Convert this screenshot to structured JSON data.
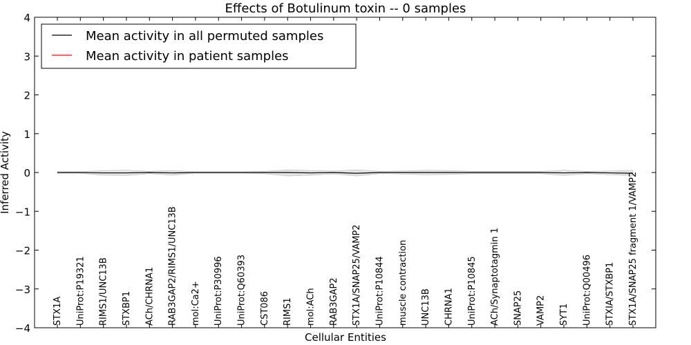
{
  "chart_data": {
    "type": "line",
    "title": "Effects of Botulinum toxin -- 0 samples",
    "xlabel": "Cellular Entities",
    "ylabel": "Inferred Activity",
    "ylim": [
      -4,
      4
    ],
    "yticks": [
      -4,
      -3,
      -2,
      -1,
      0,
      1,
      2,
      3,
      4
    ],
    "ytick_labels": [
      "−4",
      "−3",
      "−2",
      "−1",
      "0",
      "1",
      "2",
      "3",
      "4"
    ],
    "grid": false,
    "legend_position": "top-left",
    "categories": [
      "STX1A",
      "UniProt:P19321",
      "RIMS1/UNC13B",
      "STXBP1",
      "ACh/CHRNA1",
      "RAB3GAP2/RIMS1/UNC13B",
      "mol:Ca2+",
      "UniProt:P30996",
      "UniProt:Q60393",
      "CST086",
      "RIMS1",
      "mol:ACh",
      "RAB3GAP2",
      "STX1A/SNAP25/VAMP2",
      "UniProt:P10844",
      "muscle contraction",
      "UNC13B",
      "CHRNA1",
      "UniProt:P10845",
      "ACh/Synaptotagmin 1",
      "SNAP25",
      "VAMP2",
      "SYT1",
      "UniProt:Q00496",
      "STXIA/STXBP1",
      "STX1A/SNAP25 fragment 1/VAMP2"
    ],
    "series": [
      {
        "name": "Mean activity in all permuted samples",
        "color": "#000000",
        "values": [
          0.0,
          0.0,
          -0.01,
          -0.01,
          0.0,
          -0.01,
          0.0,
          0.0,
          0.0,
          0.0,
          0.0,
          -0.01,
          0.0,
          -0.02,
          0.0,
          0.0,
          0.0,
          0.0,
          0.0,
          0.0,
          0.0,
          0.0,
          -0.01,
          0.0,
          -0.01,
          -0.02
        ],
        "band_upper": [
          0.02,
          0.02,
          0.05,
          0.06,
          0.03,
          0.05,
          0.02,
          0.02,
          0.02,
          0.03,
          0.07,
          0.05,
          0.04,
          0.07,
          0.03,
          0.04,
          0.06,
          0.05,
          0.03,
          0.03,
          0.03,
          0.03,
          0.06,
          0.03,
          0.04,
          0.06
        ],
        "band_lower": [
          -0.02,
          -0.02,
          -0.07,
          -0.08,
          -0.03,
          -0.07,
          -0.02,
          -0.02,
          -0.02,
          -0.03,
          -0.09,
          -0.07,
          -0.04,
          -0.09,
          -0.03,
          -0.04,
          -0.06,
          -0.05,
          -0.03,
          -0.03,
          -0.03,
          -0.03,
          -0.08,
          -0.03,
          -0.06,
          -0.08
        ]
      },
      {
        "name": "Mean activity in patient samples",
        "color": "#ff0000",
        "values": []
      }
    ]
  }
}
